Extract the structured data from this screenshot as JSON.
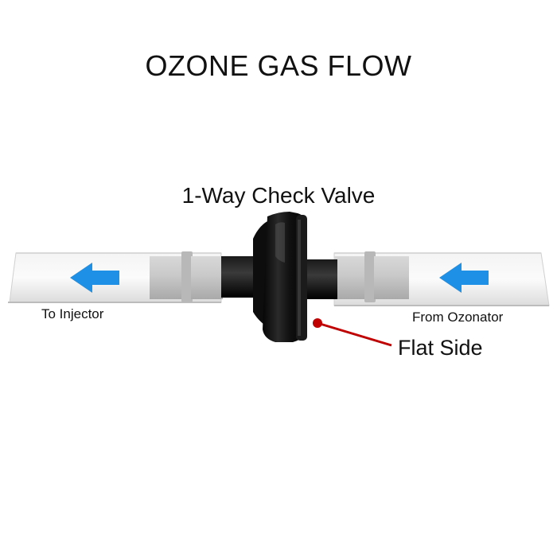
{
  "title": "OZONE GAS FLOW",
  "valve_name": "1-Way Check Valve",
  "labels": {
    "left_end": "To Injector",
    "right_end": "From Ozonator",
    "callout": "Flat Side"
  },
  "colors": {
    "arrow": "#1e90e6",
    "callout_line": "#c00000",
    "valve_body": "#111111",
    "tubing": "#e8e8e8",
    "barb": "#c8c8c8"
  },
  "flow_direction": "right-to-left"
}
